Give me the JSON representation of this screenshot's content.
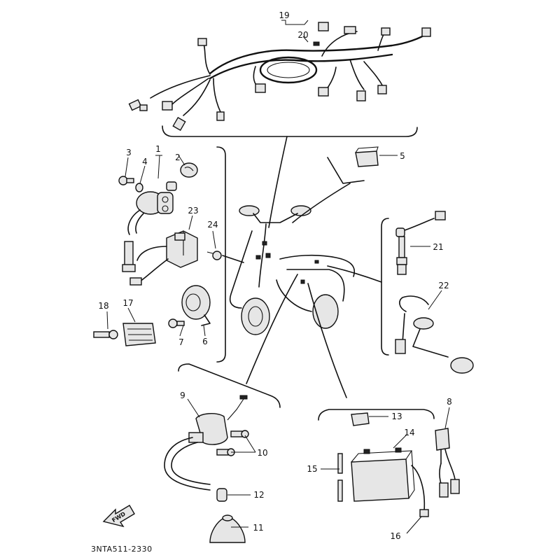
{
  "diagram_code": "3NTA511-2330",
  "fwd_label": "FWD",
  "part_numbers": [
    "1",
    "2",
    "3",
    "4",
    "5",
    "6",
    "7",
    "8",
    "9",
    "10",
    "11",
    "12",
    "13",
    "14",
    "15",
    "16",
    "17",
    "18",
    "19",
    "20",
    "21",
    "22",
    "23",
    "24"
  ]
}
